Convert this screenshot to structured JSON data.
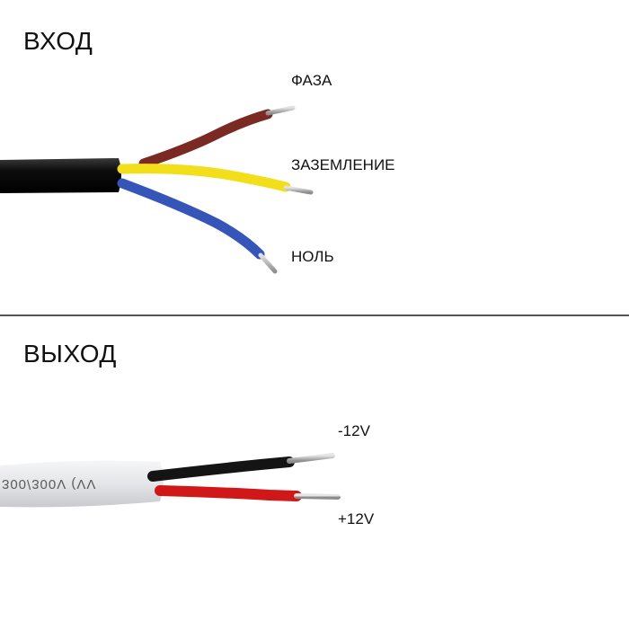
{
  "input_section": {
    "title": "ВХОД",
    "labels": {
      "phase": "ФАЗА",
      "ground": "ЗАЗЕМЛЕНИЕ",
      "neutral": "НОЛЬ"
    }
  },
  "output_section": {
    "title": "ВЫХОД",
    "cable_print": "300/300V (VV",
    "labels": {
      "negative": "-12V",
      "positive": "+12V"
    }
  },
  "colors": {
    "cable_black": "#0d0d0d",
    "cable_white": "#e9eaec",
    "wire_brown": "#7a2a22",
    "wire_yellow": "#f2de1a",
    "wire_blue": "#3556b8",
    "wire_black": "#141414",
    "wire_red": "#d01818",
    "copper": "#b8b8b8"
  }
}
